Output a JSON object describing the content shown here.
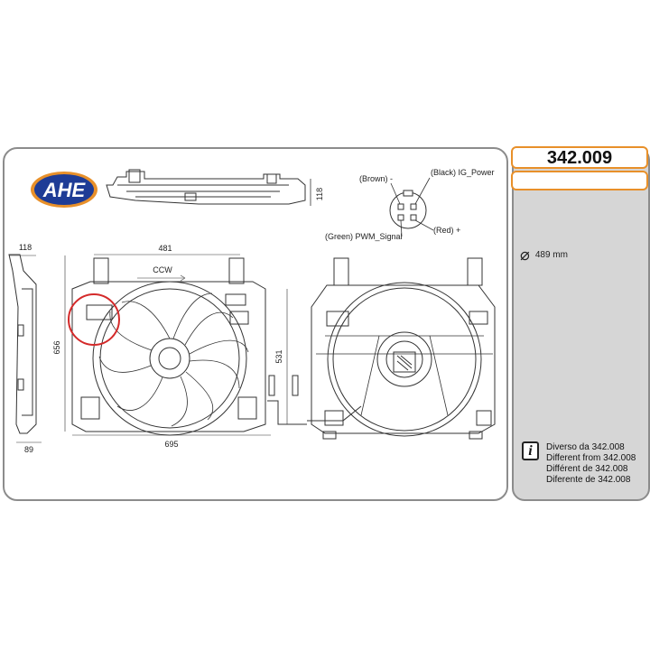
{
  "product": {
    "code": "342.009",
    "diameter": "489 mm",
    "notes": [
      "Diverso da 342.008",
      "Different from  342.008",
      "Différent de 342.008",
      "Diferente de 342.008"
    ]
  },
  "logo": {
    "text": "AHE",
    "colors": {
      "fill": "#1e3c96",
      "outline": "#e8902a",
      "text": "#ffffff"
    }
  },
  "dimensions": {
    "top_height": "118",
    "side_depth_top": "118",
    "side_depth_bottom": "89",
    "width_inner": "481",
    "width_total": "695",
    "height_total": "656",
    "height_inner": "531",
    "rotation": "CCW"
  },
  "connector": {
    "brown": "(Brown) -",
    "black": "(Black) IG_Power",
    "red": "(Red) +",
    "green": "(Green) PWM_Signal"
  },
  "colors": {
    "accent": "#e8902a",
    "highlight_circle": "#d42a2a",
    "panel_border": "#8c8c8c",
    "side_bg": "#d6d6d6"
  }
}
